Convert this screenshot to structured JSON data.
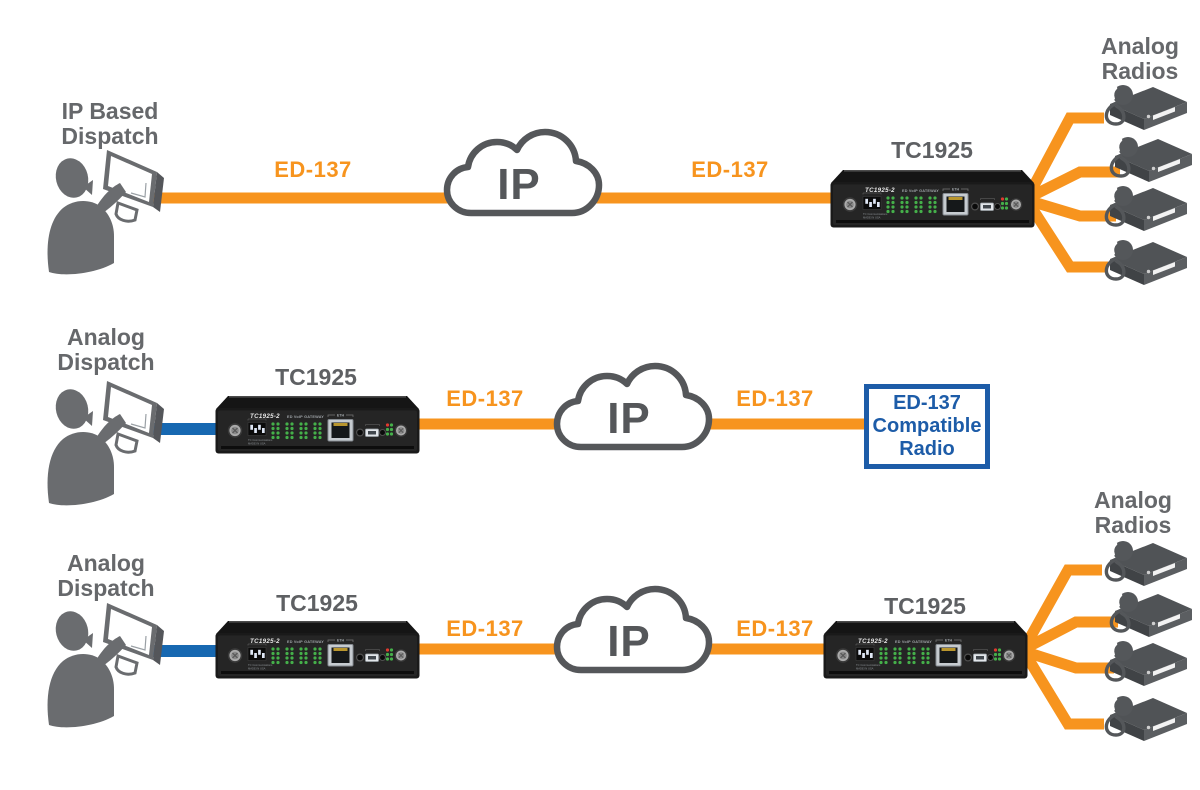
{
  "colors": {
    "link_orange": "#F7941E",
    "link_blue": "#1768B1",
    "label_gray": "#66686B",
    "icon_dark_gray": "#55575A",
    "endpoint_box_blue": "#1D5CA8",
    "led_green": "#45B04A",
    "led_red": "#E03A2F"
  },
  "device_panel": {
    "model": "TC1925-2",
    "type_label": "ED VoIP GATEWAY",
    "eth_label": "ETH",
    "maker_line1": "TC Communications",
    "maker_line2": "MADE IN USA"
  },
  "rows": [
    {
      "dispatch_line1": "IP Based",
      "dispatch_line2": "Dispatch",
      "link_left_label": "ED-137",
      "cloud_label": "IP",
      "link_right_label": "ED-137",
      "gateway_right_label": "TC1925",
      "radios_line1": "Analog",
      "radios_line2": "Radios",
      "radio_count": 4
    },
    {
      "dispatch_line1": "Analog",
      "dispatch_line2": "Dispatch",
      "gateway_left_label": "TC1925",
      "link_left_label": "ED-137",
      "cloud_label": "IP",
      "link_right_label": "ED-137",
      "endpoint_box_line1": "ED-137",
      "endpoint_box_line2": "Compatible",
      "endpoint_box_line3": "Radio"
    },
    {
      "dispatch_line1": "Analog",
      "dispatch_line2": "Dispatch",
      "gateway_left_label": "TC1925",
      "link_left_label": "ED-137",
      "cloud_label": "IP",
      "link_right_label": "ED-137",
      "gateway_right_label": "TC1925",
      "radios_line1": "Analog",
      "radios_line2": "Radios",
      "radio_count": 4
    }
  ]
}
